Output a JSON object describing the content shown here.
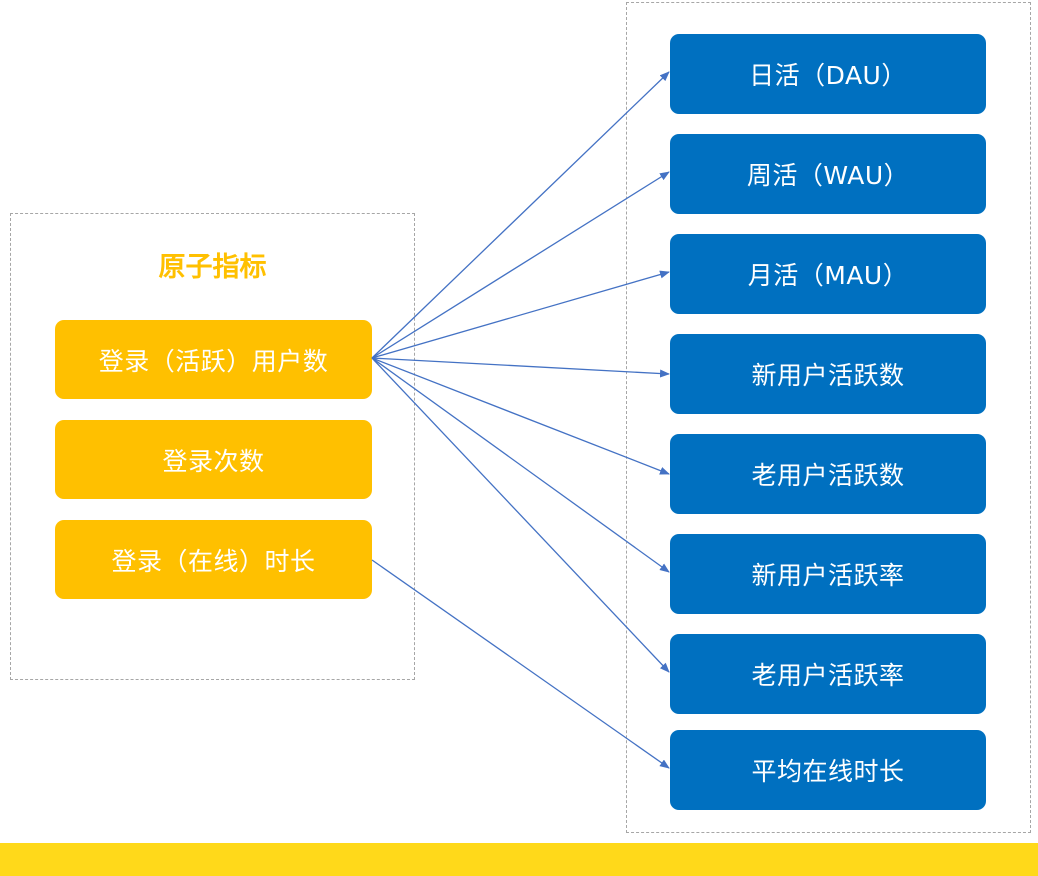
{
  "colors": {
    "atomic_fill": "#ffc000",
    "derived_fill": "#0070c0",
    "heading_text": "#ffc000",
    "arrow": "#4472c4",
    "group_border": "#a6a6a6",
    "bottom_bar": "#ffd91a"
  },
  "left_group": {
    "title": "原子指标",
    "metrics": [
      "登录（活跃）用户数",
      "登录次数",
      "登录（在线）时长"
    ]
  },
  "right_group": {
    "metrics": [
      "日活（DAU）",
      "周活（WAU）",
      "月活（MAU）",
      "新用户活跃数",
      "老用户活跃数",
      "新用户活跃率",
      "老用户活跃率",
      "平均在线时长"
    ]
  },
  "connections": [
    {
      "from": 0,
      "to": 0
    },
    {
      "from": 0,
      "to": 1
    },
    {
      "from": 0,
      "to": 2
    },
    {
      "from": 0,
      "to": 3
    },
    {
      "from": 0,
      "to": 4
    },
    {
      "from": 0,
      "to": 5
    },
    {
      "from": 0,
      "to": 6
    },
    {
      "from": 2,
      "to": 7
    }
  ]
}
